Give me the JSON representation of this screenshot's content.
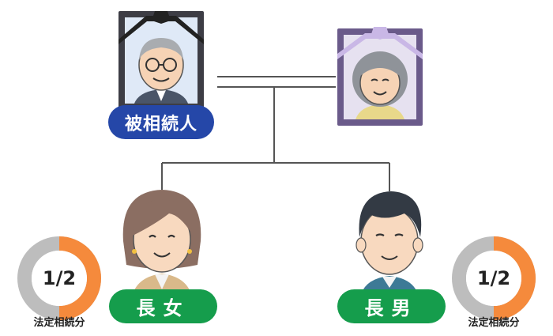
{
  "labels": {
    "decedent": "被相続人",
    "daughter": "長女",
    "son": "長男"
  },
  "shares": {
    "left": {
      "fraction": "1/2",
      "caption": "法定相続分",
      "value": 0.5
    },
    "right": {
      "fraction": "1/2",
      "caption": "法定相続分",
      "value": 0.5
    }
  },
  "colors": {
    "decedent_label": "#2547a8",
    "heir_label": "#159d4c",
    "share_fill": "#f58a3c",
    "share_rest": "#bdbdbd",
    "frame_dark": "#3d3d45",
    "frame_purple": "#6a5a8a",
    "ribbon_black": "#222222",
    "ribbon_lavender": "#c9b7e6"
  }
}
